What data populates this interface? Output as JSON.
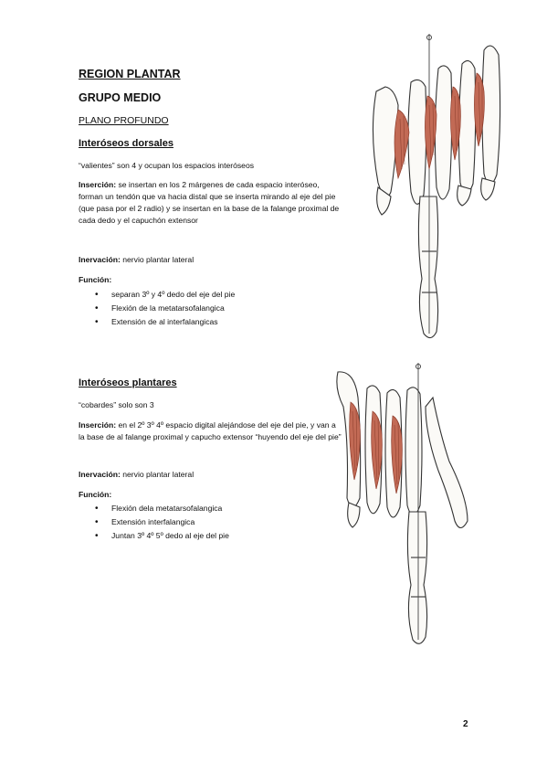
{
  "header": {
    "region": "REGION PLANTAR",
    "group": "GRUPO MEDIO",
    "plane": "PLANO PROFUNDO"
  },
  "dorsal": {
    "title": "Interóseos dorsales",
    "intro": "“valientes” son 4 y ocupan los espacios interóseos",
    "insercion_label": "Inserción:",
    "insercion_text": " se insertan en los 2 márgenes de cada espacio interóseo, forman un tendón que va hacia distal que se inserta mirando al eje del pie (que pasa por el 2 radio) y se insertan en la base de la falange proximal de cada dedo y el capuchón extensor",
    "inervacion_label": "Inervación:",
    "inervacion_text": " nervio plantar lateral",
    "funcion_label": "Función:",
    "funciones": [
      "separan 3º y 4º dedo del eje del pie",
      "Flexión de la metatarsofalangica",
      "Extensión de al interfalangicas"
    ]
  },
  "plantar": {
    "title": "Interóseos plantares",
    "intro": "“cobardes” solo son 3",
    "insercion_label": "Inserción:",
    "insercion_text": " en el 2º 3º 4º espacio digital alejándose del eje del pie, y van a la base de al falange proximal y capucho extensor “huyendo del eje del pie”",
    "inervacion_label": "Inervación:",
    "inervacion_text": " nervio plantar lateral",
    "funcion_label": "Función:",
    "funciones": [
      " Flexión dela metatarsofalangica",
      "Extensión interfalangica",
      "Juntan 3º 4º 5º dedo al eje del pie"
    ]
  },
  "page_number": "2",
  "colors": {
    "muscle": "#c26a55",
    "muscle_dark": "#8e3b2a",
    "bone_stroke": "#333333"
  }
}
